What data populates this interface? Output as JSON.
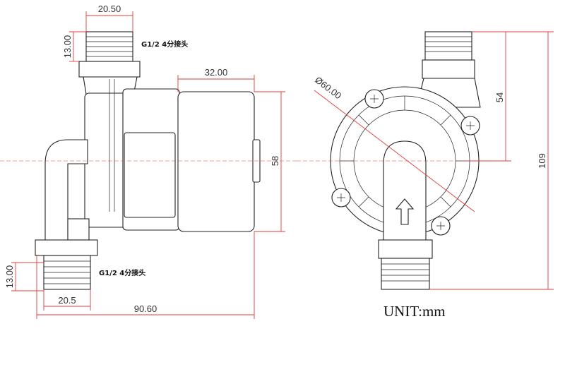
{
  "side_view": {
    "dim_top_width": "20.50",
    "dim_top_height": "13.00",
    "top_note": "G1/2  4分接头",
    "dim_body_width": "32.00",
    "dim_body_height": "58",
    "dim_bottom_height": "13.00",
    "bottom_note": "G1/2  4分接头",
    "dim_bottom_width": "20.5",
    "dim_overall_length": "90.60"
  },
  "front_view": {
    "dim_diameter": "Ø60.00",
    "dim_half_height": "54",
    "dim_total_height": "109"
  },
  "unit_label": "UNIT:mm",
  "colors": {
    "dimension": "#e23b3b",
    "outline": "#222222"
  }
}
